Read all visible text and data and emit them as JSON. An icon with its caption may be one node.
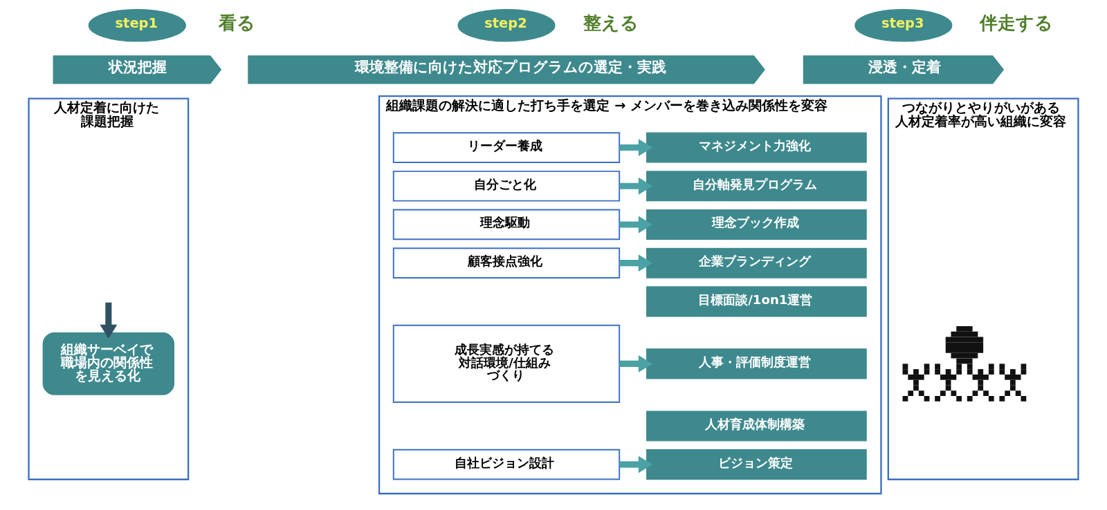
{
  "diagram": {
    "nodes": [
      {
        "text": [
          "step1"
        ],
        "beside": [
          "看る"
        ]
      },
      {
        "text": [
          "状況把握"
        ]
      },
      {
        "text": [
          "人材定着に向けた課題把握"
        ]
      },
      {
        "text": [
          "組織サーベイで職場内の関係性を見える化"
        ],
        "in": 2
      },
      {
        "text": [
          "step2"
        ],
        "beside": [
          "整える"
        ]
      },
      {
        "text": [
          "環境整備に向けた対応プログラムの選定・実践"
        ]
      },
      {
        "text": [
          "組織課題の解決に適した打ち手を選定 → メンバーを巻き込み関係性を変容"
        ]
      },
      {
        "text": [
          "リーダー養成"
        ],
        "in": 6
      },
      {
        "text": [
          "マネジメント力強化"
        ],
        "in": 6
      },
      {
        "text": [
          "自分ごと化"
        ],
        "in": 6
      },
      {
        "text": [
          "自分軸発見プログラム"
        ],
        "in": 6
      },
      {
        "text": [
          "理念駆動"
        ],
        "in": 6
      },
      {
        "text": [
          "理念ブック作成"
        ],
        "in": 6
      },
      {
        "text": [
          "顧客接点強化"
        ],
        "in": 6
      },
      {
        "text": [
          "企業ブランディング"
        ],
        "in": 6
      },
      {
        "text": [
          "成長実感が持てる対話環境/仕組みづくり"
        ],
        "in": 6
      },
      {
        "text": [
          "目標面談/1on1運営"
        ],
        "in": 6
      },
      {
        "text": [
          "人事・評価制度運営"
        ],
        "in": 6
      },
      {
        "text": [
          "人材育成体制構築"
        ],
        "in": 6
      },
      {
        "text": [
          "自社ビジョン設計"
        ],
        "in": 6
      },
      {
        "text": [
          "ビジョン策定"
        ],
        "in": 6
      },
      {
        "text": [
          "step3"
        ],
        "beside": [
          "伴走する"
        ]
      },
      {
        "text": [
          "浸透・定着"
        ]
      },
      {
        "text": [
          "つながりとやりがいがある人材定着率が高い組織に変容"
        ]
      },
      {
        "text": [],
        "shape": "picture",
        "in": 23
      }
    ],
    "edges": [
      {
        "from": null,
        "to": 3,
        "arrow": "to",
        "color": "#2f5163"
      },
      {
        "from": 7,
        "to": 8,
        "arrow": "to"
      },
      {
        "from": 9,
        "to": 10,
        "arrow": "to"
      },
      {
        "from": 11,
        "to": 12,
        "arrow": "to"
      },
      {
        "from": 13,
        "to": 14,
        "arrow": "to"
      },
      {
        "from": 15,
        "to": 17,
        "arrow": "to"
      },
      {
        "from": 19,
        "to": 20,
        "arrow": "to"
      }
    ]
  }
}
